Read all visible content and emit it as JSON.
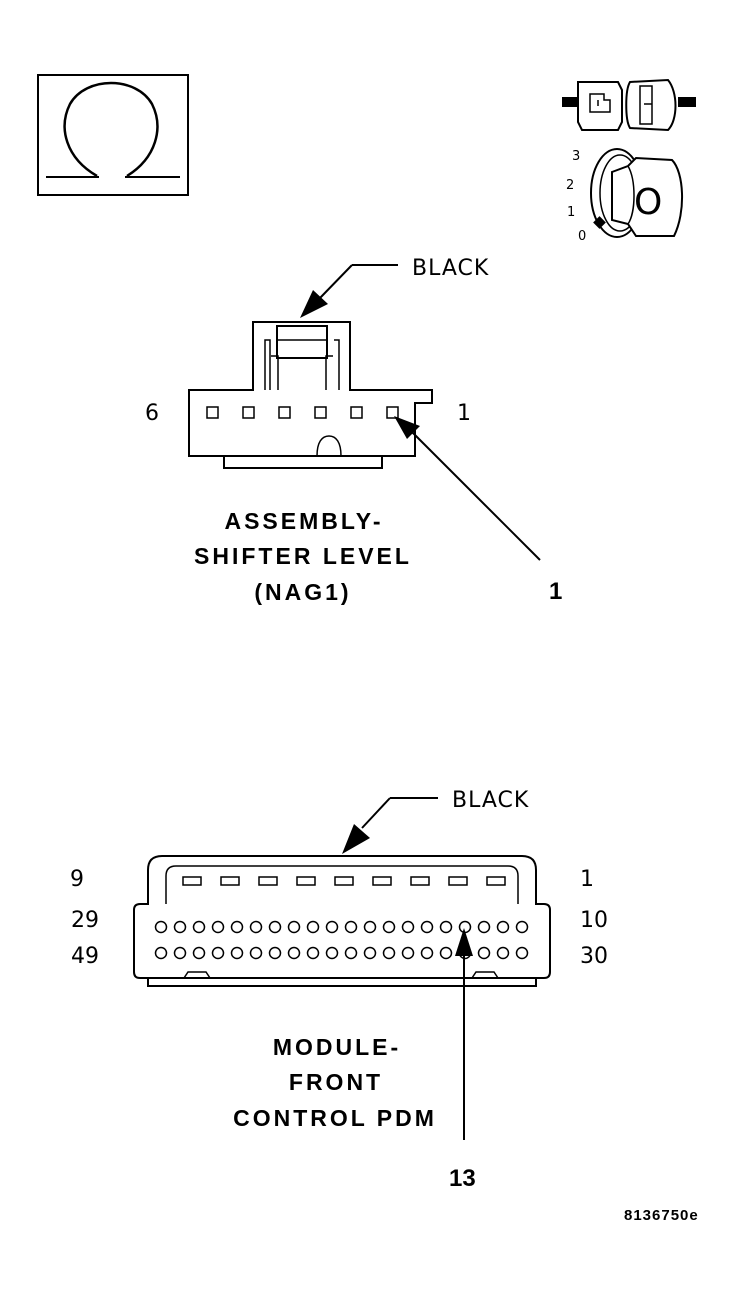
{
  "symbols": {
    "ohmmeter": "ohm-icon",
    "connector": "connector-icon",
    "ignition": "ignition-key-icon"
  },
  "ignition_positions": [
    "3",
    "2",
    "1",
    "0"
  ],
  "ignition_key_text": "O",
  "connector1": {
    "color": "BLACK",
    "pin_left": "6",
    "pin_right": "1",
    "title_lines": [
      "ASSEMBLY-",
      "SHIFTER LEVEL",
      "(NAG1)"
    ],
    "callout": "1",
    "pin_count": 6
  },
  "connector2": {
    "color": "BLACK",
    "row1_left": "9",
    "row1_right": "1",
    "row2_left": "29",
    "row2_right": "10",
    "row3_left": "49",
    "row3_right": "30",
    "title_lines": [
      "MODULE-",
      "FRONT",
      "CONTROL PDM"
    ],
    "callout": "13",
    "row1_count": 9,
    "row2_count": 20,
    "row3_count": 20
  },
  "figure_id": "8136750e"
}
